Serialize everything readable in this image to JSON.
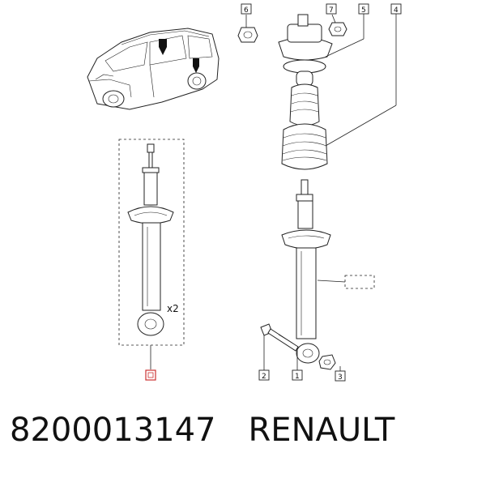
{
  "callouts": {
    "c1": "1",
    "c2": "2",
    "c3": "3",
    "c4": "4",
    "c5": "5",
    "c6": "6",
    "c7": "7"
  },
  "quantity_label": "x2",
  "footer": {
    "part_number": "8200013147",
    "brand": "RENAULT"
  },
  "colors": {
    "line": "#222222",
    "highlight_box": "#cc3333"
  }
}
